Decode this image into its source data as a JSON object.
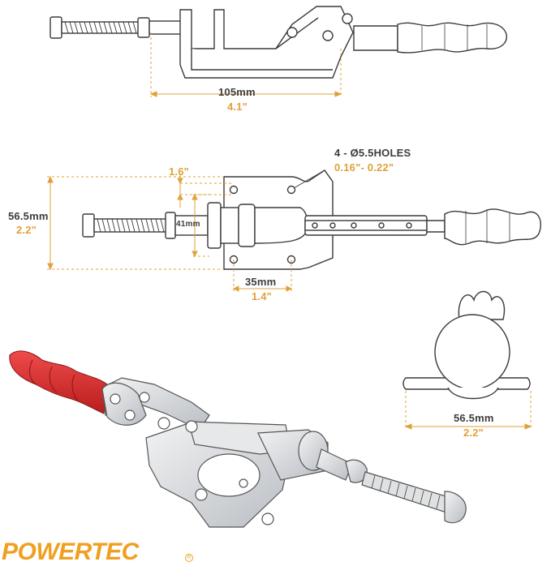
{
  "top_view": {
    "length_mm": "105mm",
    "length_in": "4.1\""
  },
  "plan_view": {
    "holes_label": "4 - Ø5.5HOLES",
    "holes_range": "0.16\"- 0.22\"",
    "offset_in": "1.6\"",
    "height_mm": "56.5mm",
    "height_in": "2.2\"",
    "plunger_mm": "41mm",
    "base_mm": "35mm",
    "base_in": "1.4\""
  },
  "end_view": {
    "width_mm": "56.5mm",
    "width_in": "2.2\""
  },
  "brand": {
    "logo": "POWERTEC",
    "reg_mark": "R"
  },
  "colors": {
    "outline": "#3a3a3a",
    "dimension": "#e0a13a",
    "grip": "#d42a2a",
    "metal": "#cfd2d6",
    "brand": "#f0a020"
  }
}
